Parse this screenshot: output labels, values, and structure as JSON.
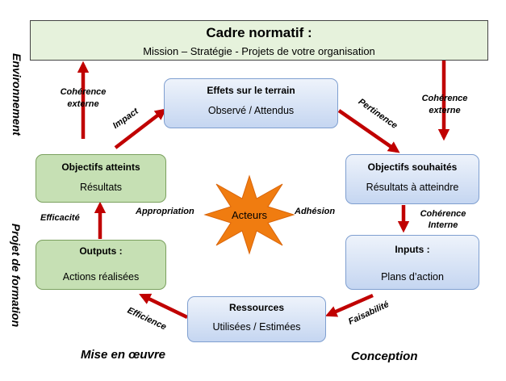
{
  "header": {
    "title": "Cadre normatif :",
    "subtitle": "Mission – Stratégie - Projets  de votre organisation"
  },
  "boxes": {
    "effets": {
      "title": "Effets sur le terrain",
      "sub": "Observé   /   Attendus"
    },
    "objectifs_atteints": {
      "title": "Objectifs atteints",
      "sub": "Résultats"
    },
    "objectifs_souhaites": {
      "title": "Objectifs souhaités",
      "sub": "Résultats à atteindre"
    },
    "outputs": {
      "title": "Outputs :",
      "sub": "Actions réalisées"
    },
    "inputs": {
      "title": "Inputs :",
      "sub": "Plans d’action"
    },
    "ressources": {
      "title": "Ressources",
      "sub": "Utilisées   / Estimées"
    }
  },
  "star": {
    "label": "Acteurs",
    "color": "#f07c10"
  },
  "labels": {
    "coherence_externe_left_1": "Cohérence",
    "coherence_externe_left_2": "externe",
    "coherence_externe_right_1": "Cohérence",
    "coherence_externe_right_2": "externe",
    "coherence_interne_1": "Cohérence",
    "coherence_interne_2": "Interne",
    "impact": "Impact",
    "pertinence": "Pertinence",
    "efficacite": "Efficacité",
    "efficience": "Efficience",
    "faisabilite": "Faisabilité",
    "appropriation": "Appropriation",
    "adhesion": "Adhésion"
  },
  "side_labels": {
    "environnement": "Environnement",
    "projet_formation": "Projet de formation"
  },
  "bottom_labels": {
    "mise_en_oeuvre": "Mise en œuvre",
    "conception": "Conception"
  },
  "colors": {
    "arrow": "#c00000",
    "blue_border": "#7f9fd0",
    "green_fill": "#c6e0b4",
    "header_fill": "#e6f2dc"
  }
}
